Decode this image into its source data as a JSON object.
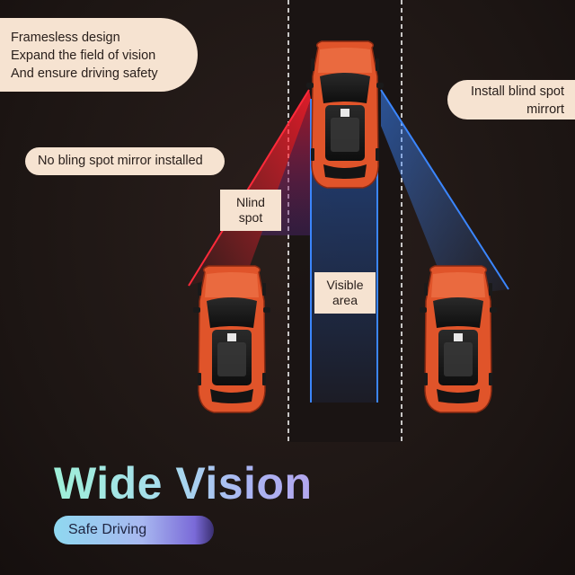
{
  "notes": {
    "frameless": [
      "Framesless design",
      "Expand the field of vision",
      "And ensure driving safety"
    ],
    "install": [
      "Install blind spot",
      "mirrort"
    ],
    "no_mirror": "No bling spot mirror installed"
  },
  "labels": {
    "blind": [
      "Nlind",
      "spot"
    ],
    "visible": [
      "Visible",
      "area"
    ]
  },
  "headline": "Wide Vision",
  "badge": "Safe Driving",
  "colors": {
    "car_body": "#e0542a",
    "red_beam": "#ff1f2e",
    "blue_beam": "#3b86ff",
    "lane_line": "#ffffff",
    "callout_bg": "#f6e3d1"
  },
  "icons": [
    "car-icon",
    "car-icon",
    "car-icon"
  ]
}
